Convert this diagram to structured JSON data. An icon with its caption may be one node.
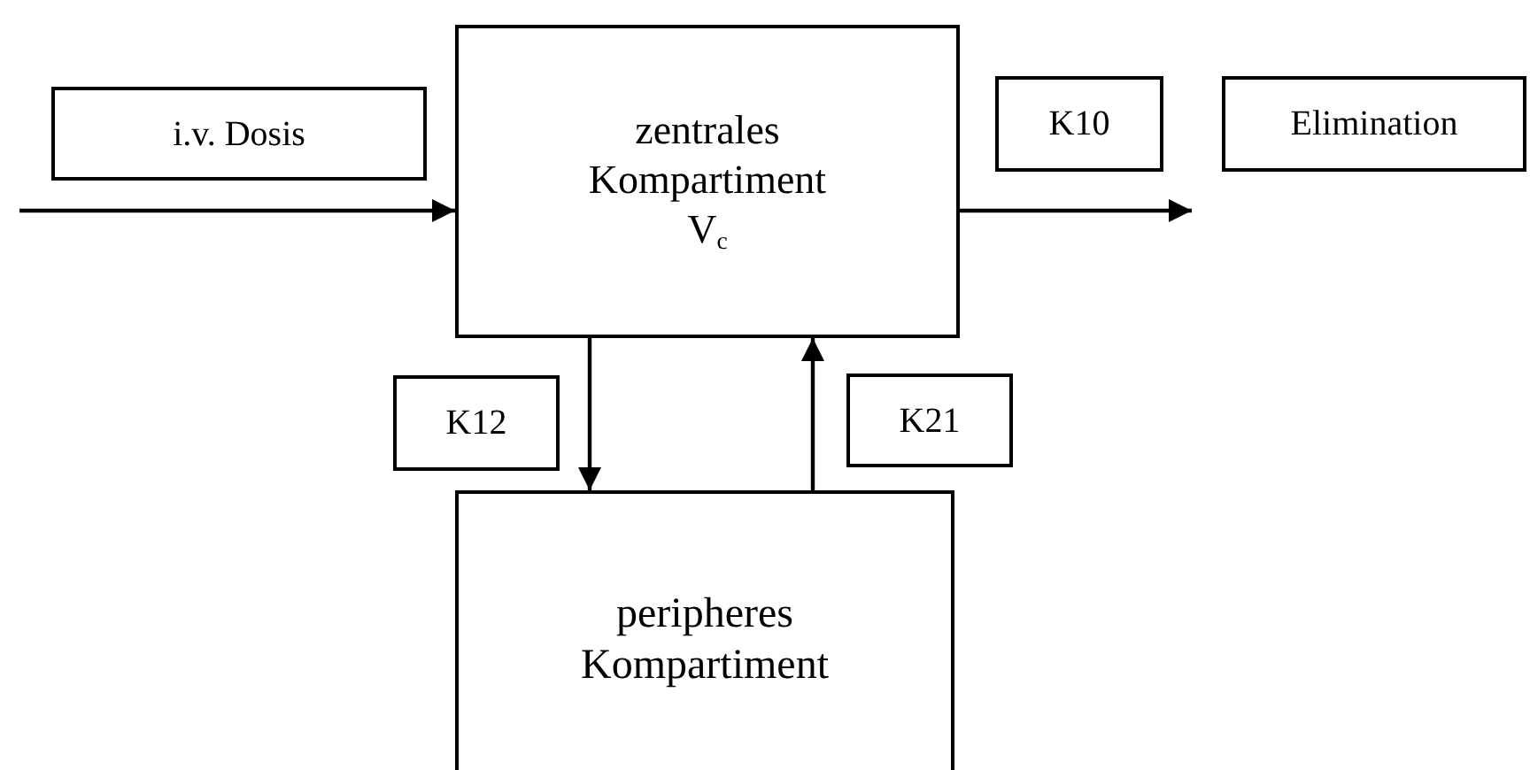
{
  "diagram": {
    "nodes": [
      {
        "text": [
          "i.v. Dosis"
        ]
      },
      {
        "text": [
          "zentrales Kompartiment V$_{c}$"
        ]
      },
      {
        "text": [
          "K10"
        ]
      },
      {
        "text": [
          "Elimination"
        ]
      },
      {
        "text": [
          "K12"
        ]
      },
      {
        "text": [
          "K21"
        ]
      },
      {
        "text": [
          "peripheres Kompartiment"
        ]
      }
    ],
    "edges": [
      {
        "from": null,
        "to": 1,
        "arrow": "to"
      },
      {
        "from": 1,
        "to": 2,
        "arrow": "to"
      },
      {
        "from": 1,
        "to": 6,
        "arrow": "to"
      },
      {
        "from": 6,
        "to": 1,
        "arrow": "to"
      }
    ]
  }
}
